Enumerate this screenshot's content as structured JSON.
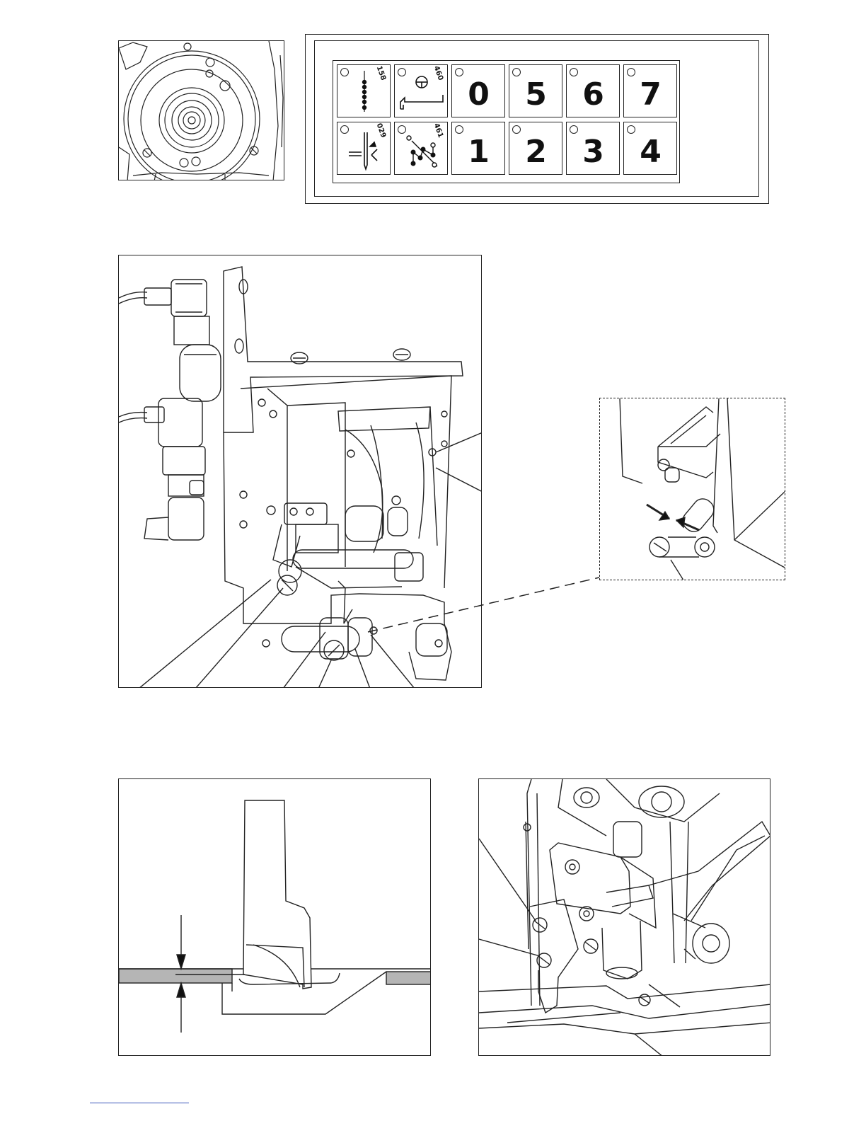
{
  "control_panel": {
    "top_row": [
      {
        "kind": "icon",
        "icon": "stitch-column-icon",
        "code": "158"
      },
      {
        "kind": "icon",
        "icon": "clamp-foot-icon",
        "code": "460"
      },
      {
        "kind": "number",
        "label": "0"
      },
      {
        "kind": "number",
        "label": "5"
      },
      {
        "kind": "number",
        "label": "6"
      },
      {
        "kind": "number",
        "label": "7"
      }
    ],
    "bottom_row": [
      {
        "kind": "icon",
        "icon": "needle-thread-icon",
        "code": "029"
      },
      {
        "kind": "icon",
        "icon": "stitch-pattern-icon",
        "code": "461"
      },
      {
        "kind": "number",
        "label": "1"
      },
      {
        "kind": "number",
        "label": "2"
      },
      {
        "kind": "number",
        "label": "3"
      },
      {
        "kind": "number",
        "label": "4"
      }
    ]
  },
  "figures": {
    "motor": {
      "icon": "motor-hub-icon"
    },
    "mechanism": {
      "icon": "pneumatic-cylinder-icon"
    },
    "detail": {
      "icon": "clearance-detail-icon"
    },
    "gauge": {
      "icon": "knife-clearance-icon"
    },
    "presser": {
      "icon": "presser-foot-icon"
    }
  },
  "colors": {
    "line": "#222222",
    "plate_fill": "#b5b5b5",
    "footer_link": "#3a56b8"
  }
}
